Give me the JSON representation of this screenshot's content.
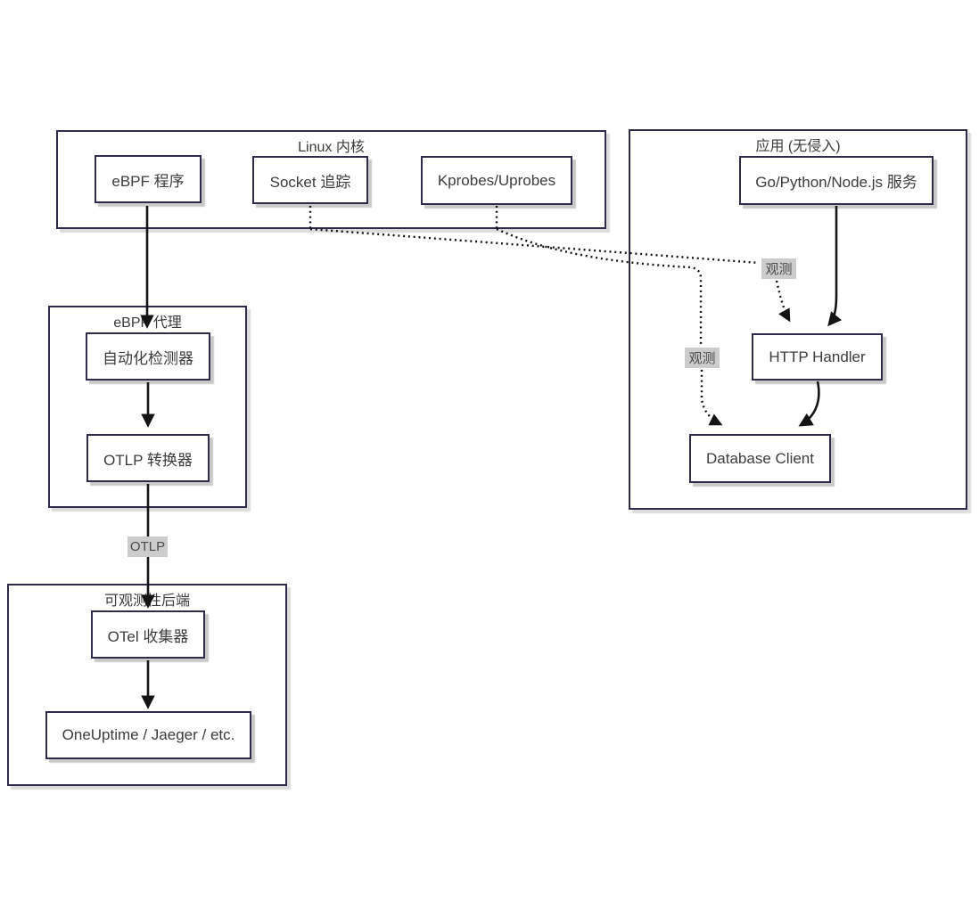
{
  "colors": {
    "background": "#ffffff",
    "node_border": "#2d2d4b",
    "node_fill": "#ffffff",
    "text": "#3c3c3c",
    "arrow": "#141414",
    "label_bg": "#cccccc",
    "label_text": "#4a4a4a",
    "shadow": "#c9c9c9"
  },
  "containers": {
    "linux_kernel": {
      "title": "Linux 内核"
    },
    "application": {
      "title": "应用 (无侵入)"
    },
    "ebpf_agent": {
      "title": "eBPF 代理"
    },
    "observability_backend": {
      "title": "可观测性后端"
    }
  },
  "nodes": {
    "ebpf_program": "eBPF 程序",
    "socket_tracing": "Socket 追踪",
    "kprobes_uprobes": "Kprobes/Uprobes",
    "go_service": "Go/Python/Node.js 服务",
    "http_handler": "HTTP Handler",
    "database_client": "Database Client",
    "auto_instrumenter": "自动化检测器",
    "otlp_converter": "OTLP 转换器",
    "otel_collector": "OTel 收集器",
    "backends": "OneUptime / Jaeger / etc."
  },
  "edge_labels": {
    "otlp": "OTLP",
    "observe_http": "观测",
    "observe_db": "观测"
  }
}
